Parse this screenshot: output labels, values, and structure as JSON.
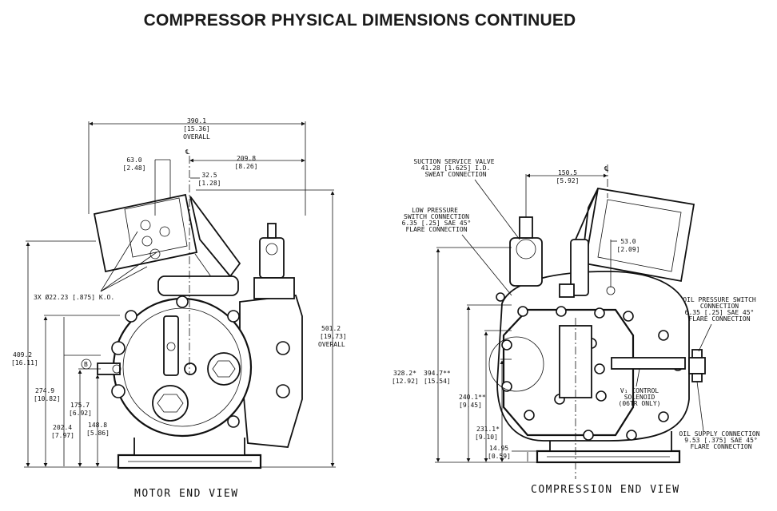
{
  "title": "COMPRESSOR PHYSICAL DIMENSIONS CONTINUED",
  "motor_end": {
    "caption": "MOTOR END VIEW",
    "dims": {
      "overall_width": [
        "390.1",
        "[15.36]",
        "OVERALL"
      ],
      "d63": [
        "63.0",
        "[2.48]"
      ],
      "d209": [
        "209.8",
        "[8.26]"
      ],
      "d32": [
        "32.5",
        "[1.28]"
      ],
      "overall_height": [
        "501.2",
        "[19.73]",
        "OVERALL"
      ],
      "d409": [
        "409.2",
        "[16.11]"
      ],
      "d274": [
        "274.9",
        "[10.82]"
      ],
      "d202": [
        "202.4",
        "[7.97]"
      ],
      "d175": [
        "175.7",
        "[6.92]"
      ],
      "d148": [
        "148.8",
        "[5.86]"
      ]
    },
    "ko_label": "3X Ø22.23 [.875] K.O.",
    "centerline": "℄",
    "marker": "B"
  },
  "compression_end": {
    "caption": "COMPRESSION END VIEW",
    "suction_valve": [
      "SUCTION SERVICE VALVE",
      "41.28 [1.625] I.D.",
      "SWEAT CONNECTION"
    ],
    "low_pressure": [
      "LOW PRESSURE",
      "SWITCH CONNECTION",
      "6.35 [.25] SAE 45°",
      "FLARE CONNECTION"
    ],
    "oil_pressure": [
      "OIL PRESSURE SWITCH",
      "CONNECTION",
      "6.35 [.25] SAE 45°",
      "FLARE CONNECTION"
    ],
    "oil_supply": [
      "OIL SUPPLY CONNECTION",
      "9.53 [.375] SAE 45°",
      "FLARE CONNECTION"
    ],
    "control": [
      "V₁ CONTROL",
      "SOLENOID",
      "(06TR ONLY)"
    ],
    "dims": {
      "d150": [
        "150.5",
        "[5.92]"
      ],
      "d53": [
        "53.0",
        "[2.09]"
      ],
      "d328": [
        "328.2*",
        "[12.92]"
      ],
      "d394": [
        "394.7**",
        "[15.54]"
      ],
      "d240": [
        "240.1**",
        "[9.45]"
      ],
      "d231": [
        "231.1*",
        "[9.10]"
      ],
      "d14": [
        "14.95",
        "[0.59]"
      ]
    },
    "centerline": "℄"
  }
}
